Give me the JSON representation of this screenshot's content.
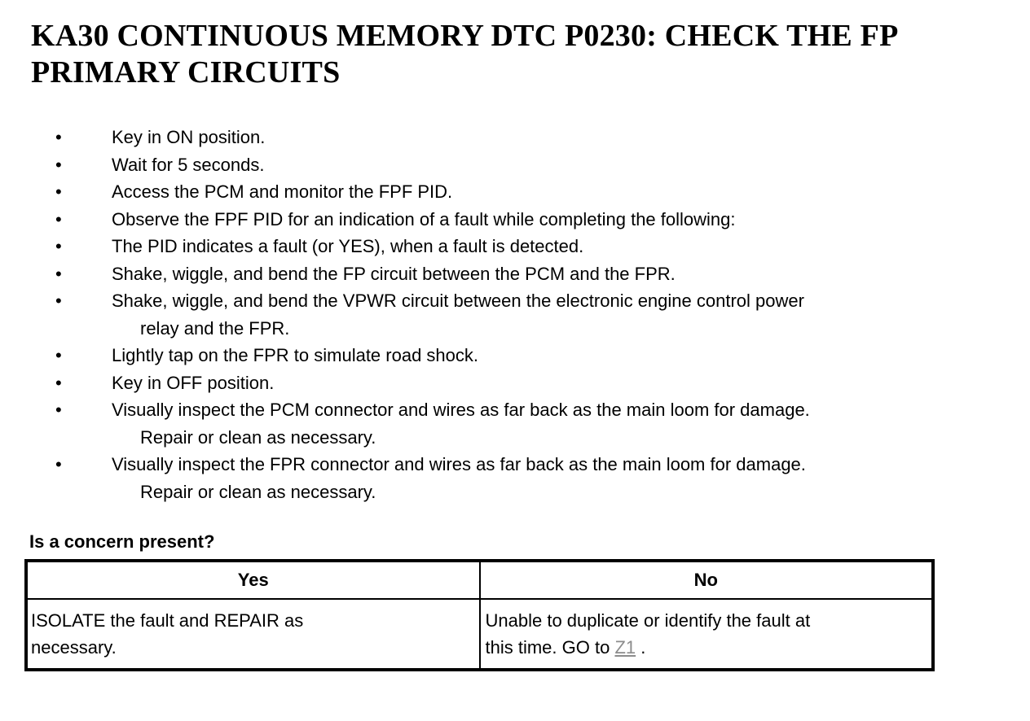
{
  "page": {
    "title": "KA30 CONTINUOUS MEMORY DTC P0230: CHECK THE FP\nPRIMARY CIRCUITS"
  },
  "steps": [
    "Key in ON position.",
    "Wait for 5 seconds.",
    "Access the PCM and monitor the FPF PID.",
    "Observe the FPF PID for an indication of a fault while completing the following:",
    "The PID indicates a fault (or YES), when a fault is detected.",
    "Shake, wiggle, and bend the FP circuit between the PCM and the FPR.",
    "Shake, wiggle, and bend the VPWR circuit between the electronic engine control power\nrelay and the FPR.",
    "Lightly tap on the FPR to simulate road shock.",
    "Key in OFF position.",
    "Visually inspect the PCM connector and wires as far back as the main loom for damage.\nRepair or clean as necessary.",
    "Visually inspect the FPR connector and wires as far back as the main loom for damage.\nRepair or clean as necessary."
  ],
  "question": "Is a concern present?",
  "table": {
    "yes_header": "Yes",
    "no_header": "No",
    "yes_action": "ISOLATE the fault and REPAIR as\nnecessary.",
    "no_text_before_link": "Unable to duplicate or identify the fault at\nthis time. GO to ",
    "no_link_label": "Z1",
    "no_text_after_link": " ."
  },
  "colors": {
    "text": "#000000",
    "background": "#ffffff",
    "link": "#8c8c8c",
    "table_border": "#000000"
  }
}
